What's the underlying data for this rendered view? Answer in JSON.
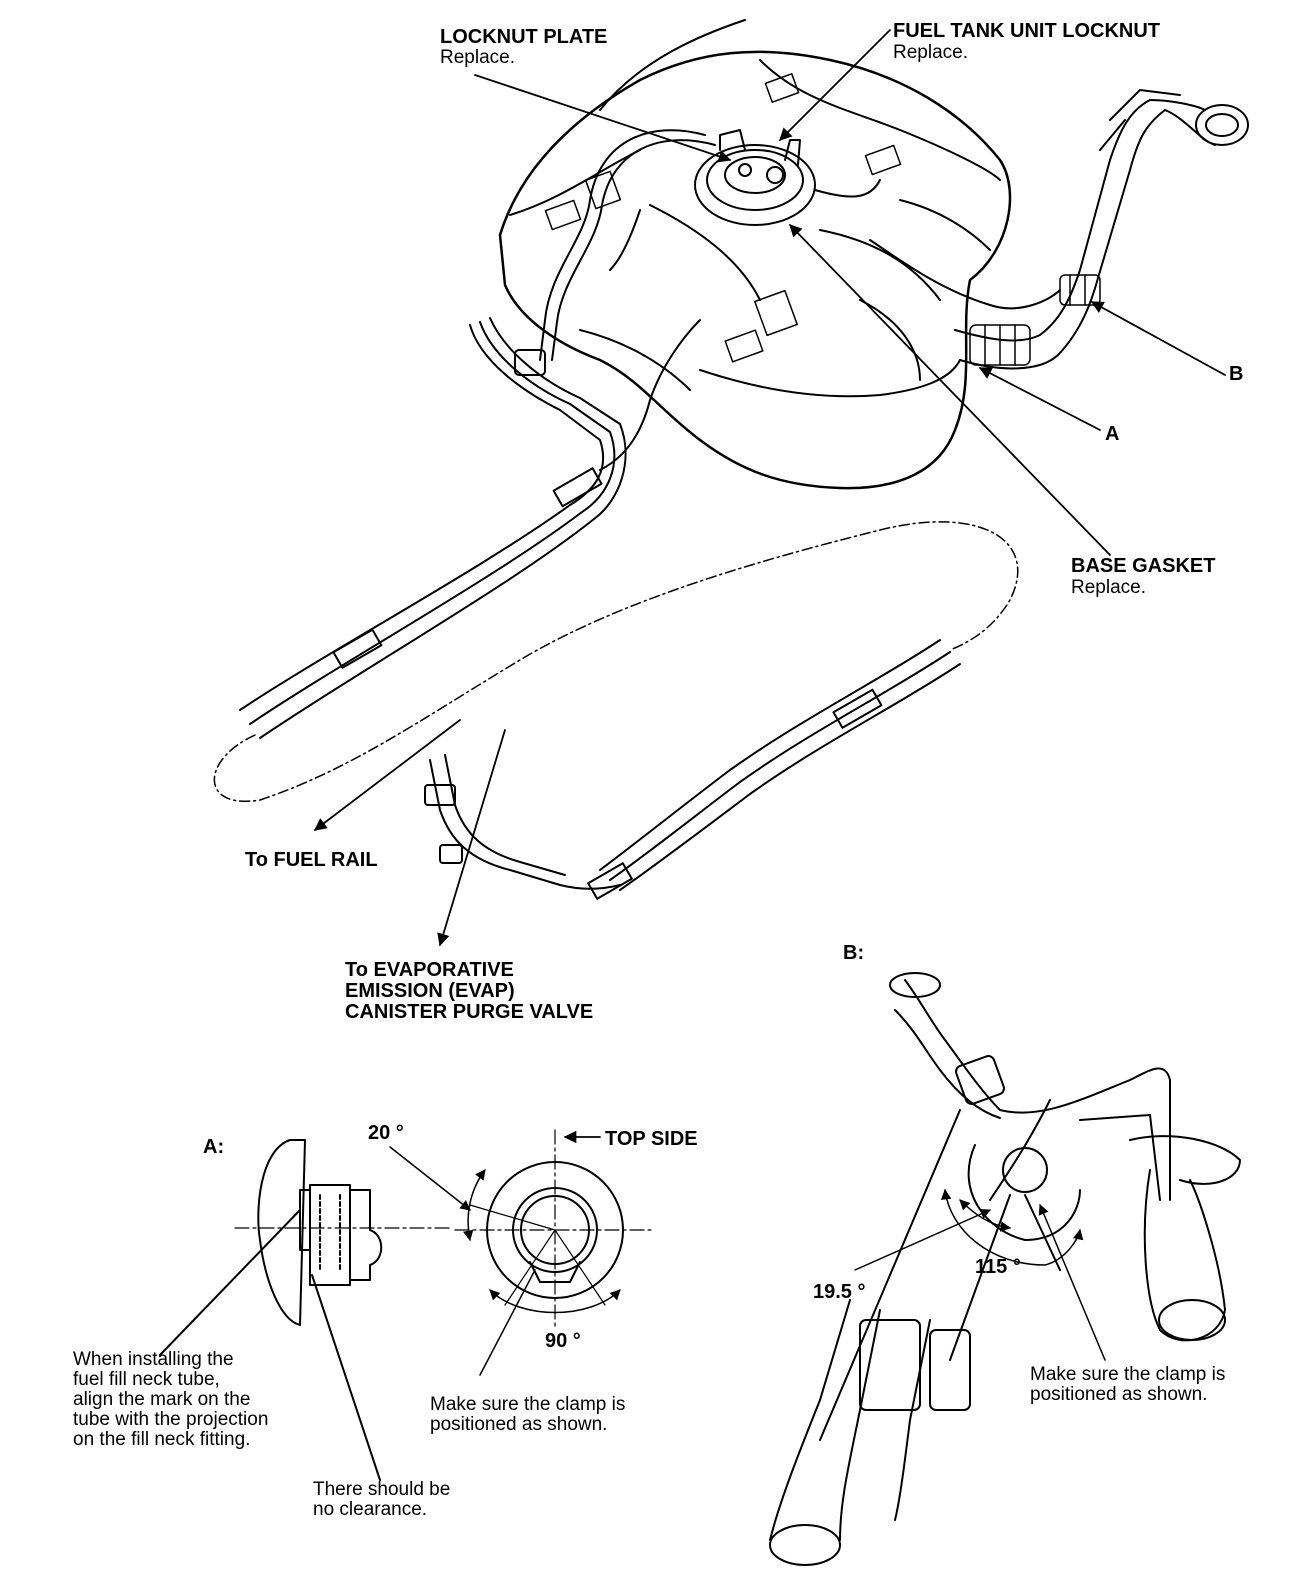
{
  "labels": {
    "locknut_plate": "LOCKNUT PLATE",
    "locknut_plate_note": "Replace.",
    "fuel_tank_unit_locknut": "FUEL TANK UNIT LOCKNUT",
    "fuel_tank_unit_locknut_note": "Replace.",
    "base_gasket": "BASE GASKET",
    "base_gasket_note": "Replace.",
    "callout_a": "A",
    "callout_b": "B",
    "to_fuel_rail": "To FUEL RAIL",
    "to_evap": "To EVAPORATIVE\nEMISSION (EVAP)\nCANISTER PURGE VALVE"
  },
  "detail_a": {
    "title": "A:",
    "angle_top": "20 °",
    "top_side": "TOP SIDE",
    "angle_bottom": "90 °",
    "install_note": "When installing the\nfuel fill neck tube,\nalign the mark on the\ntube with the projection\non the fill neck fitting.",
    "clearance_note": "There should be\nno clearance.",
    "clamp_note": "Make sure the clamp is\npositioned as shown."
  },
  "detail_b": {
    "title": "B:",
    "angle_small": "19.5 °",
    "angle_large": "115 °",
    "clamp_note": "Make sure the clamp is\npositioned as shown."
  }
}
